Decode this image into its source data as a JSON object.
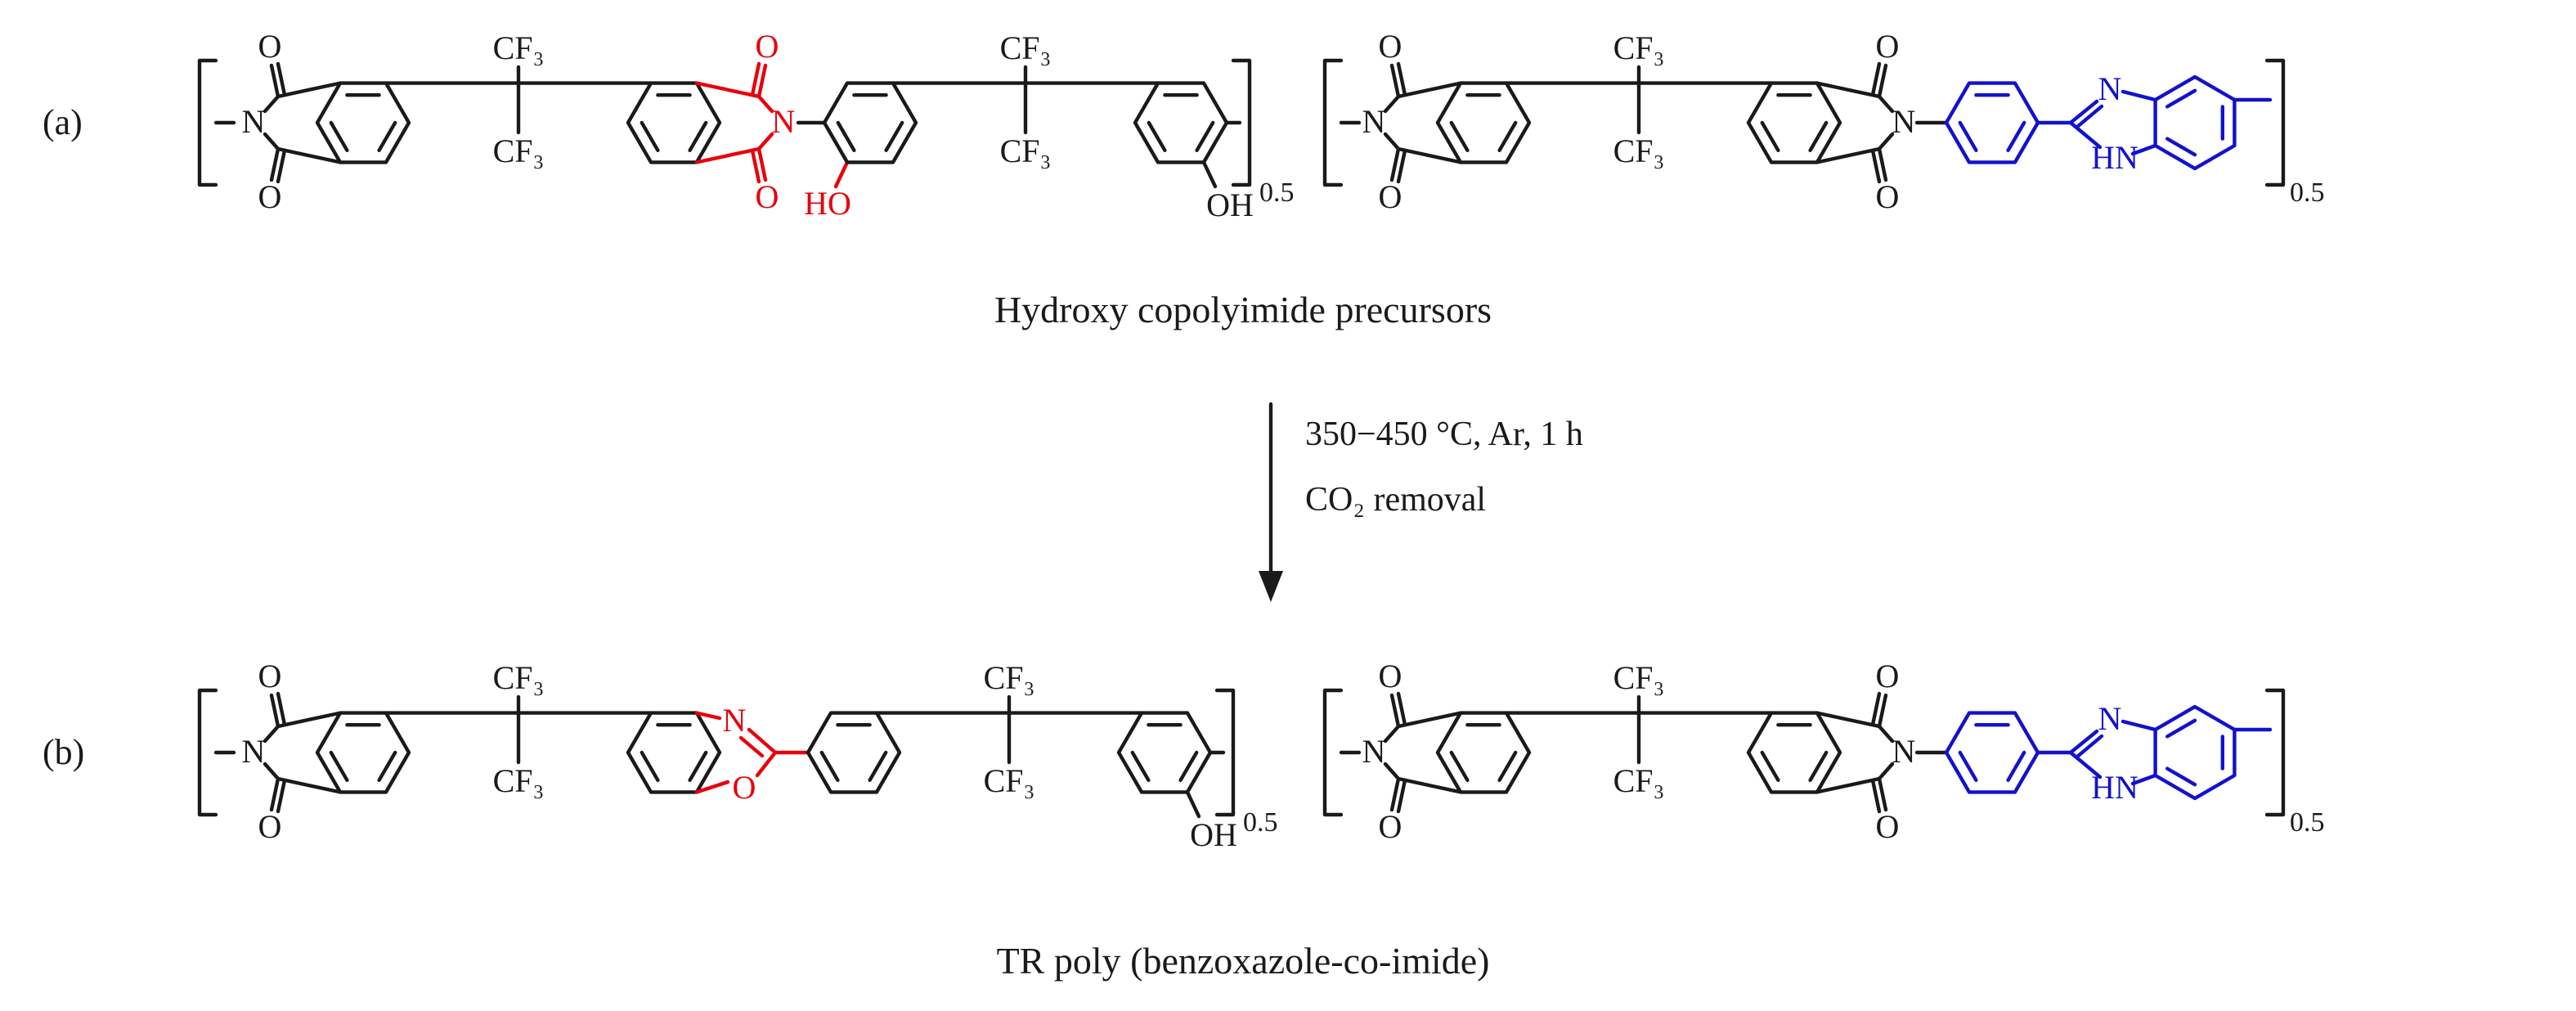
{
  "labels": {
    "panel_a": "(a)",
    "panel_b": "(b)"
  },
  "atoms": {
    "O": "O",
    "N": "N",
    "CF3": "CF₃",
    "HO": "HO",
    "OH": "OH",
    "HN": "HN"
  },
  "subscripts": {
    "half": "0.5"
  },
  "captions": {
    "a": "Hydroxy copolyimide precursors",
    "b": "TR poly (benzoxazole-co-imide)"
  },
  "reaction_conditions": {
    "line1": "350−450 °C, Ar, 1 h",
    "line2": "CO₂ removal"
  },
  "colors": {
    "ink": "#1a1a1a",
    "red": "#e8000b",
    "blue": "#1212cc",
    "background": "#ffffff"
  }
}
